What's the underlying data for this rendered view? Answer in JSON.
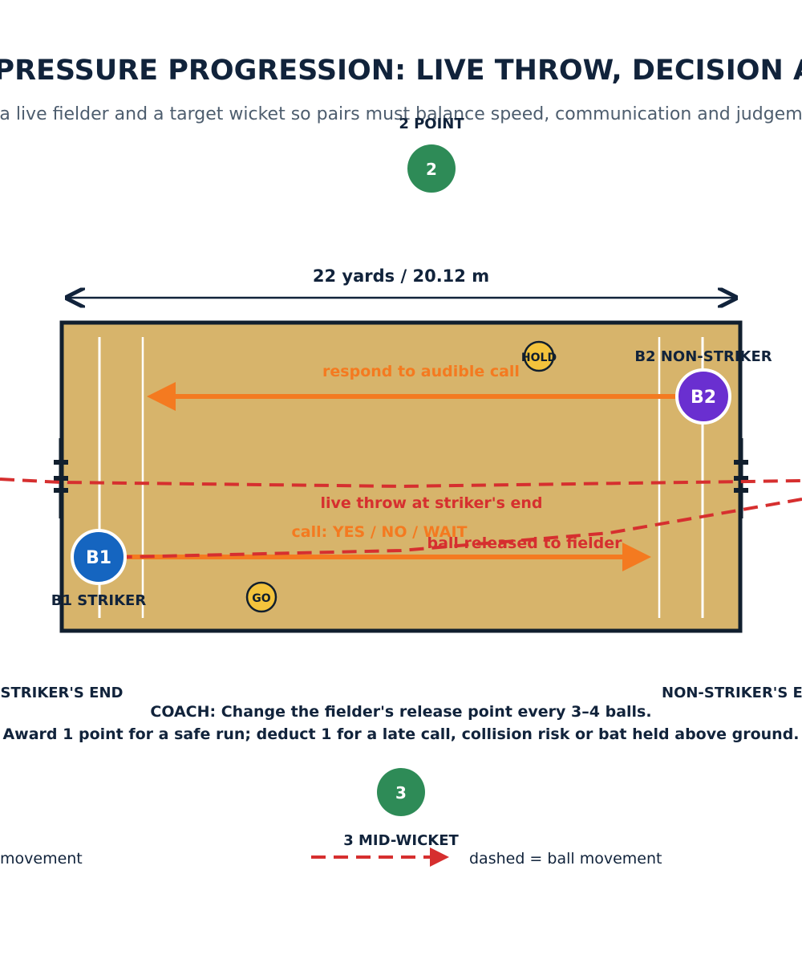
{
  "title": "– PRESSURE PROGRESSION: LIVE THROW, DECISION AT",
  "subtitle": "a live fielder and a target wicket so pairs must balance speed, communication and judgem",
  "colors": {
    "pitch": "#d7b46b",
    "pitch_border": "#111f2e",
    "navy": "#11233b",
    "run_orange": "#f47a20",
    "ball_red": "#d62f2f",
    "fielder_green": "#2e8b57",
    "b1_blue": "#1565c0",
    "b2_purple": "#6a2fd0",
    "token_yellow": "#f3c33c"
  },
  "fielders": [
    {
      "number": "2",
      "label": "2 POINT"
    },
    {
      "number": "3",
      "label": "3 MID-WICKET"
    }
  ],
  "distance_label": "22 yards / 20.12 m",
  "batters": {
    "b1": {
      "token": "B1",
      "label": "B1 STRIKER"
    },
    "b2": {
      "token": "B2",
      "label": "B2 NON-STRIKER"
    }
  },
  "tokens": {
    "hold": "HOLD",
    "go": "GO"
  },
  "annotations": {
    "b2_run": "respond to audible call",
    "throw": "live throw at striker's end",
    "call": "call: YES / NO / WAIT",
    "release": "ball released to fielder"
  },
  "ends": {
    "striker": "STRIKER'S END",
    "non_striker": "NON-STRIKER'S EN"
  },
  "coach": {
    "line1": "COACH: Change the fielder's release point every 3–4 balls.",
    "line2": "Award 1 point for a safe run; deduct 1 for a late call, collision risk or bat held above ground."
  },
  "legend": {
    "solid": "movement",
    "dashed": "dashed = ball movement"
  }
}
